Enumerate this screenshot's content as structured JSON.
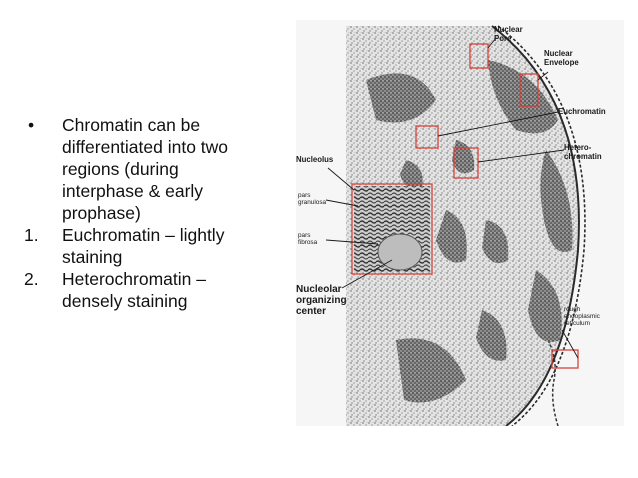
{
  "text": {
    "bullet": {
      "marker": "•",
      "lines": [
        "Chromatin can be",
        "differentiated into two",
        "regions (during",
        "interphase & early",
        "prophase)"
      ]
    },
    "items": [
      {
        "marker": "1.",
        "lines": [
          "Euchromatin – lightly",
          "staining"
        ]
      },
      {
        "marker": "2.",
        "lines": [
          "Heterochromatin –",
          "densely staining"
        ]
      }
    ]
  },
  "figure": {
    "labels": {
      "nuclear_pore": "Nuclear\nPore",
      "nuclear_envelope": "Nuclear\nEnvelope",
      "euchromatin": "Euchromatin",
      "heterochromatin": "Hetero-\nchromatin",
      "nucleolus": "Nucleolus",
      "pars_granulosa": "pars\ngranulosa",
      "pars_fibrosa": "pars\nfibrosa",
      "nucleolar_organizing_center": "Nucleolar\norganizing\ncenter",
      "rough_er": "rough\nendoplasmic\nreticulum"
    },
    "colors": {
      "box": "#d9433b",
      "stipple": "#8a8a8a",
      "background": "#f6f6f6"
    }
  }
}
